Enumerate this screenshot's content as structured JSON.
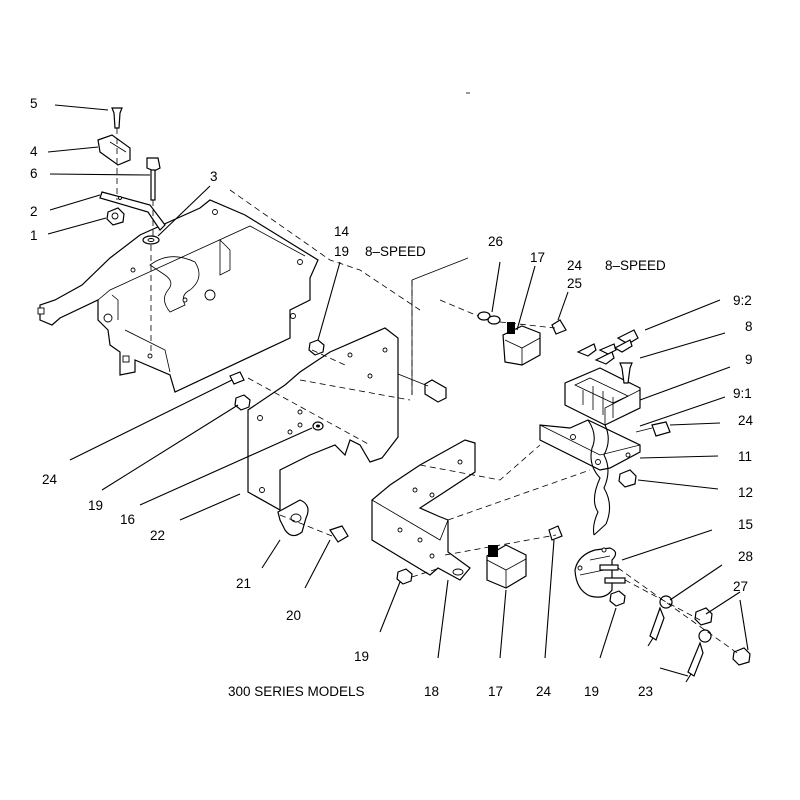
{
  "title": "300 SERIES MODELS",
  "labels": {
    "p5": "5",
    "p4": "4",
    "p6": "6",
    "p3": "3",
    "p2": "2",
    "p1": "1",
    "p14": "14",
    "p19_top": "19",
    "speed_left": "8–SPEED",
    "p26": "26",
    "p17_top": "17",
    "p24_top": "24",
    "p25": "25",
    "speed_right": "8–SPEED",
    "p9_2": "9:2",
    "p8": "8",
    "p9": "9",
    "p9_1": "9:1",
    "p24_right": "24",
    "p11": "11",
    "p12": "12",
    "p15": "15",
    "p28": "28",
    "p27": "27",
    "p24_left": "24",
    "p19_left": "19",
    "p16": "16",
    "p22": "22",
    "p21": "21",
    "p20": "20",
    "p19_bottom": "19",
    "p18": "18",
    "p17_bottom": "17",
    "p24_bottom": "24",
    "p19_bottom_right": "19",
    "p23": "23"
  }
}
